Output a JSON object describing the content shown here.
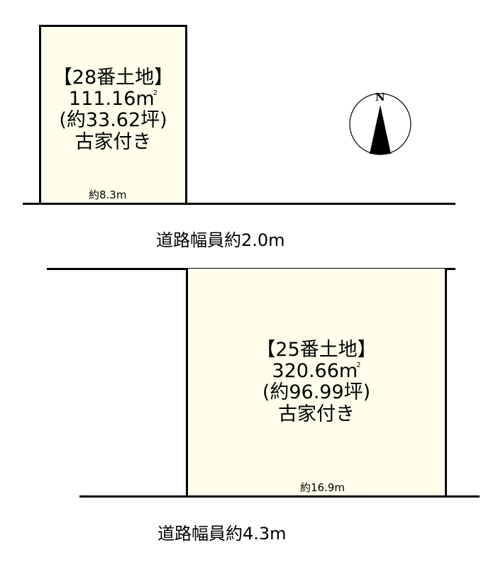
{
  "plots": [
    {
      "id": "28",
      "title": "【28番土地】",
      "area_value": "111.16m",
      "area_unit_sup": "2",
      "tsubo": "(約33.62坪)",
      "note": "古家付き",
      "frontage": "約8.3m"
    },
    {
      "id": "25",
      "title": "【25番土地】",
      "area_value": "320.66m",
      "area_unit_sup": "2",
      "tsubo": "(約96.99坪)",
      "note": "古家付き",
      "frontage": "約16.9m"
    }
  ],
  "roads": [
    {
      "label": "道路幅員約2.0m"
    },
    {
      "label": "道路幅員約4.3m"
    }
  ],
  "compass": {
    "label": "N"
  },
  "colors": {
    "plot_fill": "#fefeea",
    "line": "#000000"
  }
}
